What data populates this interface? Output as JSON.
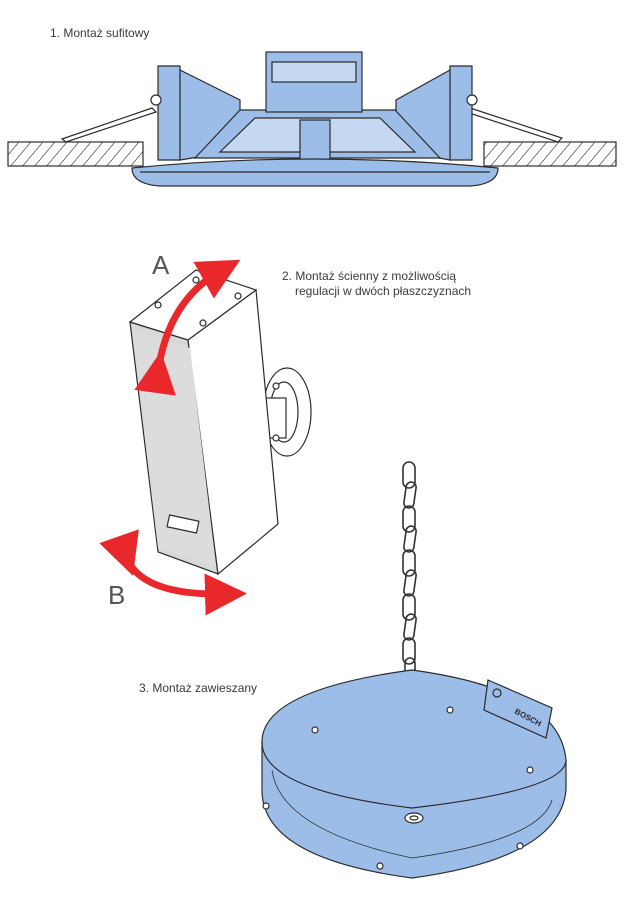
{
  "captions": {
    "ceiling": "1. Montaż sufitowy",
    "wall_line1": "2. Montaż ścienny z możliwością",
    "wall_line2": "regulacji w dwóch płaszczyznach",
    "pendant": "3. Montaż zawieszany"
  },
  "labels": {
    "a": "A",
    "b": "B"
  },
  "brand": "BOSCH",
  "colors": {
    "speaker_blue": "#9dbde9",
    "outline": "#2b2b2b",
    "arrow_red": "#e8282b",
    "hatch": "#555555",
    "box_grey": "#d8d8d8"
  }
}
